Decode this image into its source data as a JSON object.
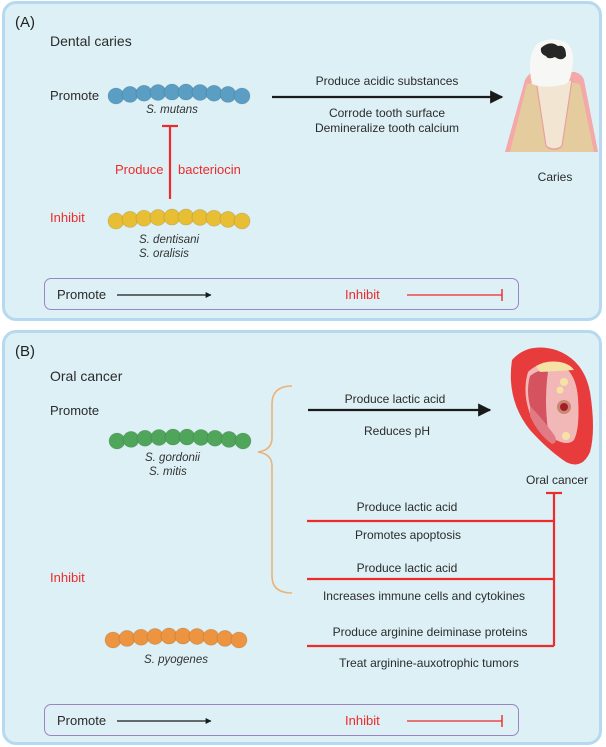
{
  "panel_a": {
    "letter": "(A)",
    "title": "Dental caries",
    "promote_label": "Promote",
    "inhibit_label": "Inhibit",
    "promoter_species": [
      "S. mutans"
    ],
    "inhibitor_species": [
      "S. dentisani",
      "S. oralisis"
    ],
    "inhibit_mechanism": [
      "Produce",
      "bacteriocin"
    ],
    "promote_arrow_top": "Produce acidic substances",
    "promote_arrow_bottom": [
      "Corrode tooth surface",
      "Demineralize tooth calcium"
    ],
    "outcome_label": "Caries",
    "legend": {
      "promote": "Promote",
      "inhibit": "Inhibit"
    }
  },
  "panel_b": {
    "letter": "(B)",
    "title": "Oral cancer",
    "promote_label": "Promote",
    "inhibit_label": "Inhibit",
    "group1_species": [
      "S. gordonii",
      "S. mitis"
    ],
    "group2_species": [
      "S. pyogenes"
    ],
    "promote_arrow_top": "Produce lactic acid",
    "promote_arrow_bottom": "Reduces pH",
    "outcome_label": "Oral cancer",
    "inhibit_pathways": [
      {
        "above": "Produce lactic acid",
        "below": "Promotes apoptosis"
      },
      {
        "above": "Produce lactic acid",
        "below": "Increases immune cells and cytokines"
      },
      {
        "above": "Produce arginine deiminase proteins",
        "below": "Treat arginine-auxotrophic tumors"
      }
    ],
    "legend": {
      "promote": "Promote",
      "inhibit": "Inhibit"
    }
  },
  "colors": {
    "panel_bg": "#dcf0f5",
    "panel_border": "#b6d9f0",
    "legend_border": "#9b85c4",
    "promote": "#1a1a1a",
    "inhibit": "#ee2a2a",
    "s_mutans": "#5a9ec4",
    "s_dentisani": "#e8be35",
    "s_gordonii": "#4fa65a",
    "s_pyogenes": "#ec9440",
    "brace": "#eab27a"
  }
}
